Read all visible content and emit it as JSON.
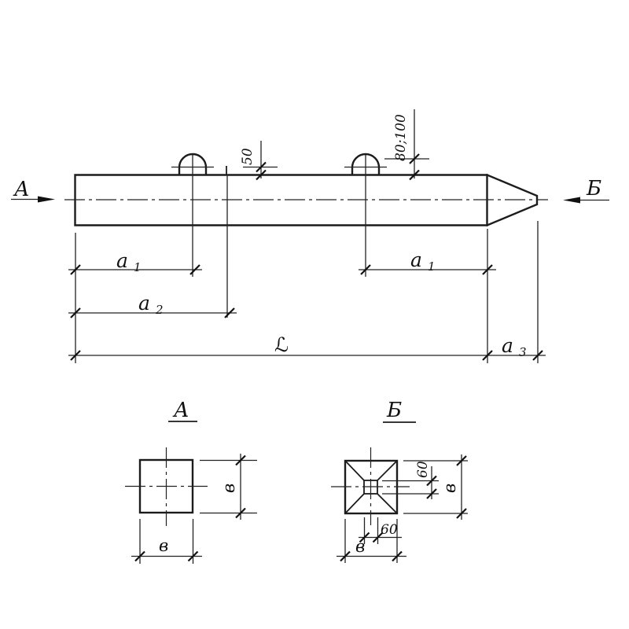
{
  "main_view": {
    "view_left_label": "А",
    "view_right_label": "Б",
    "dim_mark_height": "50",
    "dim_loop_height": "80;100",
    "dim_a1_left": {
      "base": "a",
      "sub": "1"
    },
    "dim_a1_right": {
      "base": "a",
      "sub": "1"
    },
    "dim_a2": {
      "base": "a",
      "sub": "2"
    },
    "dim_length_label": "ℒ",
    "dim_a3": {
      "base": "a",
      "sub": "3"
    }
  },
  "section_a": {
    "label": "А",
    "dim_width": "в",
    "dim_height": "в"
  },
  "section_b": {
    "label": "Б",
    "dim_width": "в",
    "dim_height": "в",
    "dim_tip_width": "60",
    "dim_tip_height": "60"
  }
}
